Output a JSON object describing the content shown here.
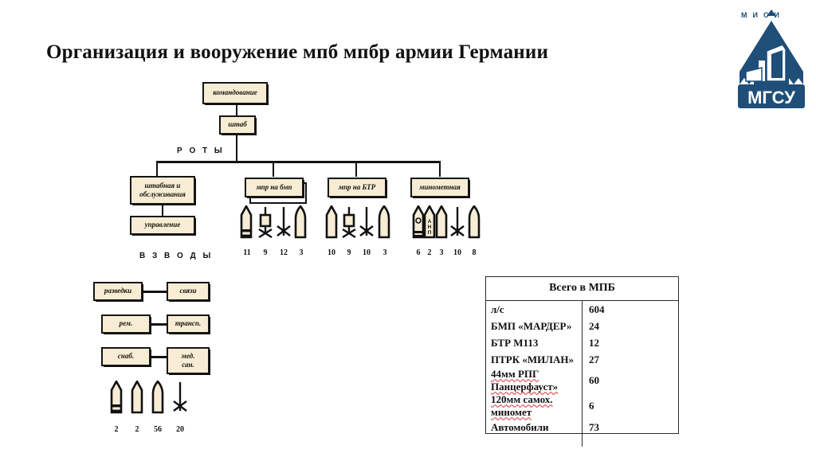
{
  "page": {
    "title": "Организация и вооружение  мпб  мпбр  армии Германии"
  },
  "logo": {
    "top_text": "М И С И",
    "bottom_text": "МГСУ",
    "brand_color": "#1f4e79"
  },
  "org_chart": {
    "command_box": "командование",
    "staff_box": "штаб",
    "companies_label": "Р О Т Ы",
    "platoons_label": "В З В О Д Ы",
    "companies": [
      {
        "name": "штабная и обслуживания",
        "line1": "штабная и",
        "line2": "обслуживания",
        "stacked": false
      },
      {
        "name": "мпр на бмп",
        "line1": "мпр на бмп",
        "line2": "",
        "stacked": true
      },
      {
        "name": "мпр на БТР",
        "line1": "мпр на БТР",
        "line2": "",
        "stacked": false
      },
      {
        "name": "минометная",
        "line1": "минометная",
        "line2": "",
        "stacked": false
      }
    ],
    "control_box": "управление"
  },
  "equipment_groups": [
    {
      "group": "мпр на бмп",
      "items": [
        {
          "icon": "ifv-icon",
          "count": "11"
        },
        {
          "icon": "atgm-launcher-icon",
          "count": "9"
        },
        {
          "icon": "mortar-tripod-icon",
          "count": "12"
        },
        {
          "icon": "vehicle-icon",
          "count": "3"
        }
      ]
    },
    {
      "group": "мпр на БТР",
      "items": [
        {
          "icon": "apc-icon",
          "count": "10"
        },
        {
          "icon": "atgm-launcher-icon",
          "count": "9"
        },
        {
          "icon": "mortar-tripod-icon",
          "count": "10"
        },
        {
          "icon": "vehicle-icon",
          "count": "3"
        }
      ]
    },
    {
      "group": "минометная",
      "items": [
        {
          "icon": "ifv-icon",
          "count": "6"
        },
        {
          "icon": "anp-vehicle-icon",
          "count": "2",
          "label": "АНП"
        },
        {
          "icon": "apc-icon",
          "count": "3"
        },
        {
          "icon": "mortar-tripod-icon",
          "count": "10"
        },
        {
          "icon": "vehicle-icon",
          "count": "8"
        }
      ]
    }
  ],
  "support_platoons": {
    "rows": [
      {
        "left": "разведки",
        "right": "связи"
      },
      {
        "left": "рем.",
        "right": "трансп."
      },
      {
        "left": "снаб.",
        "right_line1": "мед.",
        "right_line2": "сан."
      }
    ],
    "equipment": [
      {
        "icon": "ifv-icon",
        "count": "2"
      },
      {
        "icon": "apc-icon",
        "count": "2"
      },
      {
        "icon": "vehicle-icon",
        "count": "56"
      },
      {
        "icon": "mortar-tripod-icon",
        "count": "20"
      }
    ]
  },
  "summary_table": {
    "header": "Всего в МПБ",
    "rows": [
      {
        "label": "л/с",
        "value": "604",
        "misspelled": false
      },
      {
        "label": "БМП «МАРДЕР»",
        "value": "24",
        "misspelled": false
      },
      {
        "label": "БТР М113",
        "value": "12",
        "misspelled": false
      },
      {
        "label": "ПТРК «МИЛАН»",
        "value": "27",
        "misspelled": false
      },
      {
        "label": "44мм РПГ Панцерфауст»",
        "value": "60",
        "misspelled": true
      },
      {
        "label": "120мм самох. миномет",
        "value": "6",
        "misspelled": true
      },
      {
        "label": "Автомобили",
        "value": "73",
        "misspelled": false
      }
    ]
  }
}
